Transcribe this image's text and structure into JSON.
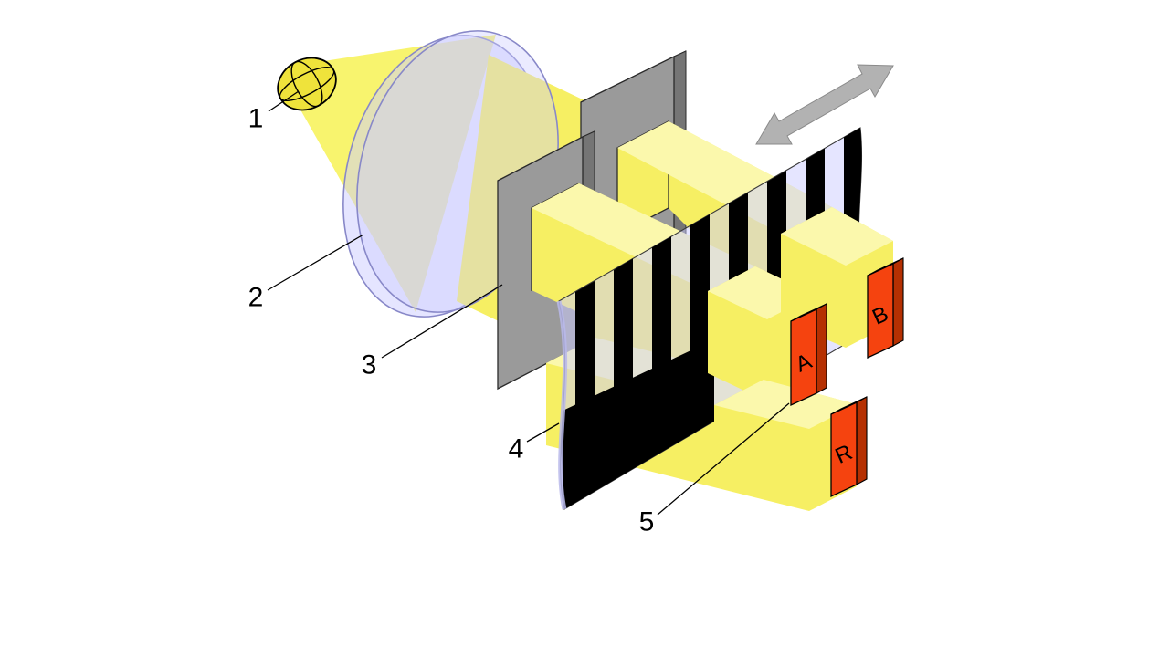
{
  "diagram": {
    "background": "#ffffff",
    "callout_labels": [
      "1",
      "2",
      "3",
      "4",
      "5"
    ],
    "detector_labels": [
      "A",
      "B",
      "R"
    ],
    "colors": {
      "cone_yellow": "#F8F46E",
      "lamp_yellow": "#EFE33B",
      "lens_lavender": "#CCCCFF",
      "beam_yellow": "#F6EF63",
      "beam_top_yellow": "#FBF8AC",
      "mask_gray": "#9A9A9A",
      "strip_lavender": "#CCCCFF",
      "strip_black": "#000000",
      "detector_red": "#F5430F",
      "arrow_gray": "#B2B2B2"
    }
  }
}
